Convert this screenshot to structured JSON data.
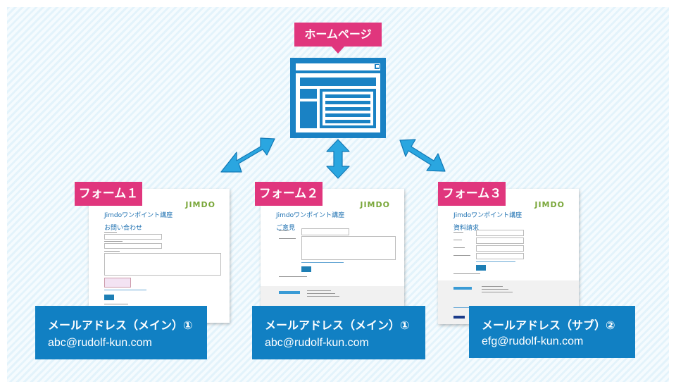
{
  "homepage": {
    "label": "ホームページ"
  },
  "forms": [
    {
      "label": "フォーム１",
      "logo": "JIMDO",
      "site_title": "Jimdoワンポイント講座",
      "page_title": "お問い合わせ",
      "email_label": "メールアドレス（メイン）①",
      "email": "abc@rudolf-kun.com"
    },
    {
      "label": "フォーム２",
      "logo": "JIMDO",
      "site_title": "Jimdoワンポイント講座",
      "page_title": "ご意見",
      "email_label": "メールアドレス（メイン）①",
      "email": "abc@rudolf-kun.com"
    },
    {
      "label": "フォーム３",
      "logo": "JIMDO",
      "site_title": "Jimdoワンポイント講座",
      "page_title": "資料請求",
      "email_label": "メールアドレス（サブ）②",
      "email": "efg@rudolf-kun.com"
    }
  ],
  "colors": {
    "accent_pink": "#e0367d",
    "accent_blue": "#1180c3",
    "arrow_blue": "#2aa6e0"
  }
}
